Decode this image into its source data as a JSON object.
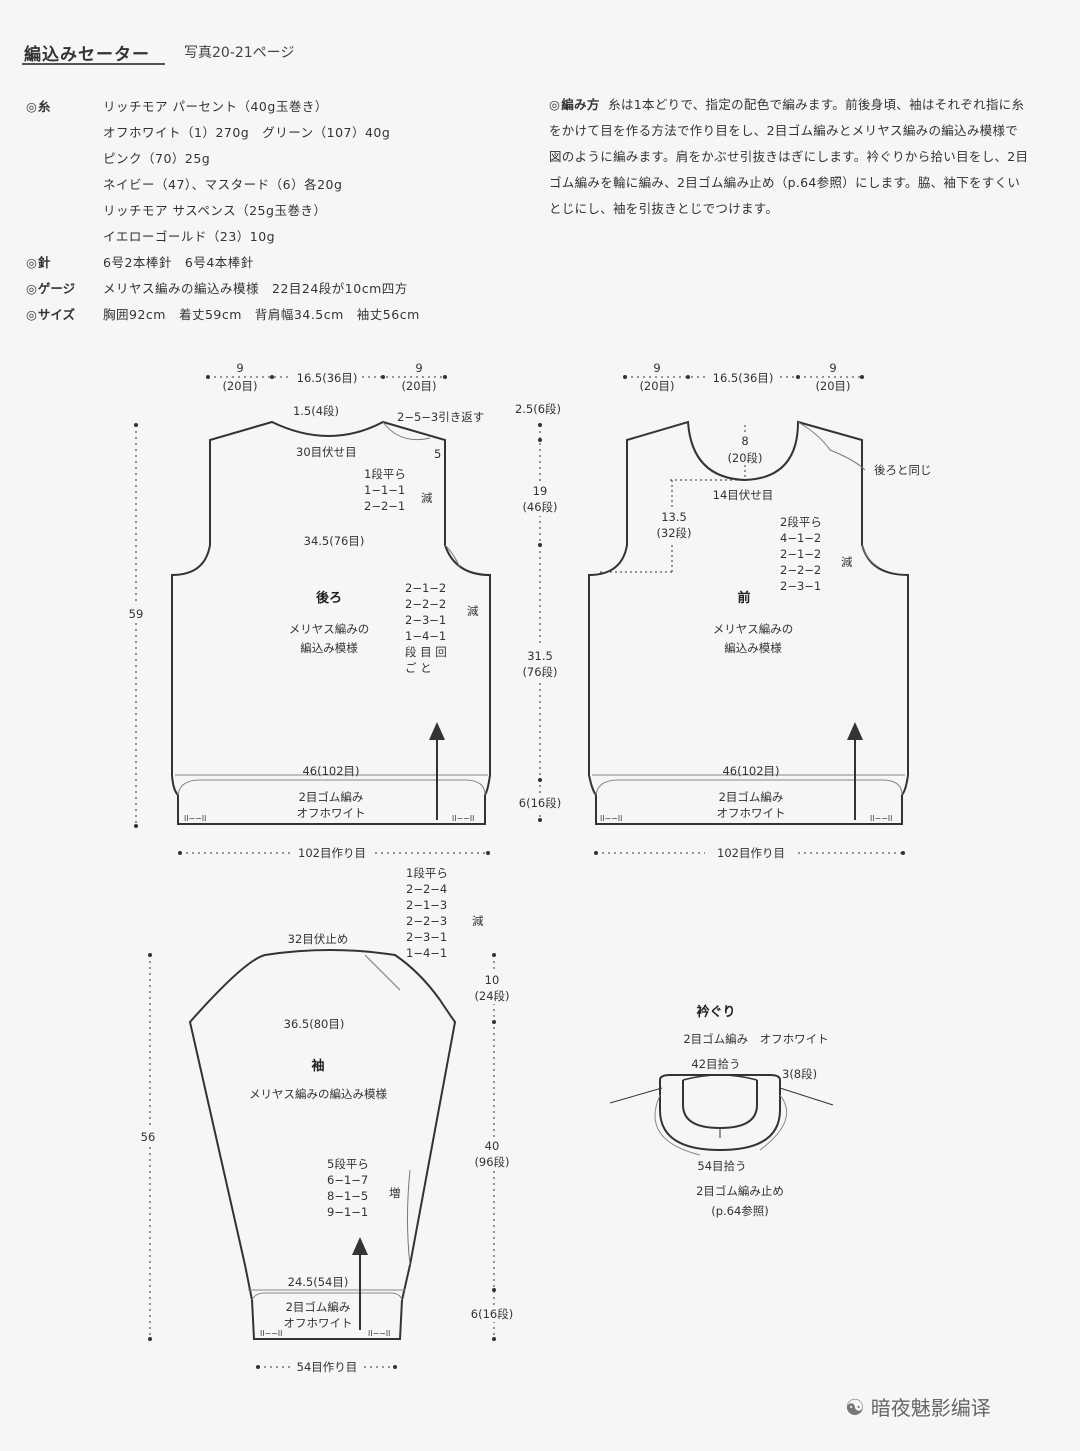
{
  "header": {
    "title": "編込みセーター",
    "photo_ref": "写真20-21ページ"
  },
  "materials": {
    "yarn_label": "糸",
    "yarn_lines": [
      "リッチモア パーセント（40g玉巻き）",
      "オフホワイト（1）270g　グリーン（107）40g",
      "ピンク（70）25g",
      "ネイビー（47）、マスタード（6）各20g",
      "リッチモア サスペンス（25g玉巻き）",
      "イエローゴールド（23）10g"
    ],
    "needle_label": "針",
    "needle_value": "6号2本棒針　6号4本棒針",
    "gauge_label": "ゲージ",
    "gauge_value": "メリヤス編みの編込み模様　22目24段が10cm四方",
    "size_label": "サイズ",
    "size_value": "胸囲92cm　着丈59cm　背肩幅34.5cm　袖丈56cm"
  },
  "instructions": {
    "label": "編み方",
    "text": "糸は1本どりで、指定の配色で編みます。前後身頃、袖はそれぞれ指に糸をかけて目を作る方法で作り目をし、2目ゴム編みとメリヤス編みの編込み模様で図のように編みます。肩をかぶせ引抜きはぎにします。衿ぐりから拾い目をし、2目ゴム編みを輪に編み、2目ゴム編み止め（p.64参照）にします。脇、袖下をすくいとじにし、袖を引抜きとじでつけます。"
  },
  "back": {
    "top_left": "9",
    "top_left_sub": "(20目)",
    "top_mid": "16.5(36目)",
    "top_right": "9",
    "top_right_sub": "(20目)",
    "neck_rows": "1.5(4段)",
    "neck_shape": "2−5−3引き返す",
    "shoulder": "2.5(6段)",
    "neck_bind": "30目伏せ目",
    "neck_dec_5": "5",
    "neck_dec": [
      "1段平ら",
      "1−1−1",
      "2−2−1"
    ],
    "dec_label": "減",
    "width_shoulder": "34.5(76目)",
    "armhole_dec": [
      "2−1−2",
      "2−2−2",
      "2−3−1",
      "1−4−1"
    ],
    "armhole_dec_note": "段 目 回",
    "armhole_dec_note2": "ご と",
    "name": "後ろ",
    "pattern_1": "メリヤス編みの",
    "pattern_2": "編込み模様",
    "height_total": "59",
    "yoke_h": "19",
    "yoke_rows": "(46段)",
    "body_h": "31.5",
    "body_rows": "(76段)",
    "rib_h": "6(16段)",
    "width_body": "46(102目)",
    "rib_1": "2目ゴム編み",
    "rib_2": "オフホワイト",
    "cast_on": "102目作り目"
  },
  "front": {
    "top_left": "9",
    "top_left_sub": "(20目)",
    "top_mid": "16.5(36目)",
    "top_right": "9",
    "top_right_sub": "(20目)",
    "neck_depth": "8",
    "neck_depth_rows": "(20段)",
    "neck_bind": "14目伏せ目",
    "neck_side": "後ろと同じ",
    "yoke_h": "13.5",
    "yoke_rows": "(32段)",
    "neck_dec": [
      "2段平ら",
      "4−1−2",
      "2−1−2",
      "2−2−2",
      "2−3−1"
    ],
    "dec_label": "減",
    "name": "前",
    "pattern_1": "メリヤス編みの",
    "pattern_2": "編込み模様",
    "width_body": "46(102目)",
    "rib_1": "2目ゴム編み",
    "rib_2": "オフホワイト",
    "cast_on": "102目作り目"
  },
  "sleeve": {
    "cap_dec": [
      "1段平ら",
      "2−2−4",
      "2−1−3",
      "2−2−3",
      "2−3−1",
      "1−4−1"
    ],
    "dec_label": "減",
    "cap_bind": "32目伏止め",
    "cap_h": "10",
    "cap_rows": "(24段)",
    "width_top": "36.5(80目)",
    "name": "袖",
    "pattern": "メリヤス編みの編込み模様",
    "height_total": "56",
    "body_h": "40",
    "body_rows": "(96段)",
    "inc": [
      "5段平ら",
      "6−1−7",
      "8−1−5",
      "9−1−1"
    ],
    "inc_label": "増",
    "width_bottom": "24.5(54目)",
    "rib_1": "2目ゴム編み",
    "rib_2": "オフホワイト",
    "rib_h": "6(16段)",
    "cast_on": "54目作り目"
  },
  "collar": {
    "title": "衿ぐり",
    "sub": "2目ゴム編み　オフホワイト",
    "pick_back": "42目拾う",
    "height": "3(8段)",
    "pick_front": "54目拾う",
    "bind_off": "2目ゴム編み止め",
    "ref": "(p.64参照)"
  },
  "watermark": "暗夜魅影编译",
  "rib_mark": "ll−−ll"
}
